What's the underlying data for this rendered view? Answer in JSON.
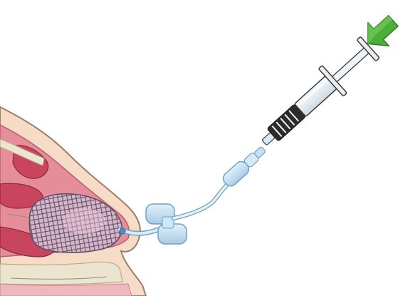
{
  "figure": {
    "background_color": "#ffffff",
    "colors": {
      "skin": "#f6dcc7",
      "skin_outline": "#9c7f6a",
      "tissue_pink": "#e58d98",
      "tissue_red": "#c9455e",
      "bone": "#ebe4cf",
      "mucosa": "#f0b7bf",
      "mesh_fill": "#d7b6c9",
      "mesh_lines": "#5d4d66",
      "tube": "#bcdcf2",
      "tube_outline": "#6f9fc4",
      "syringe_barrel": "#e6eef4",
      "syringe_outline": "#3a3a3a",
      "arrow_green": "#4caf3a",
      "arrow_dark": "#2e7d23"
    },
    "elements": {
      "anatomy": "nasal-cavity-cross-section",
      "balloon": "mesh-balloon-in-nasal-cavity",
      "connector": "butterfly-connector",
      "tubing": "catheter-tube",
      "syringe": "syringe",
      "arrow": "green-push-arrow"
    }
  }
}
